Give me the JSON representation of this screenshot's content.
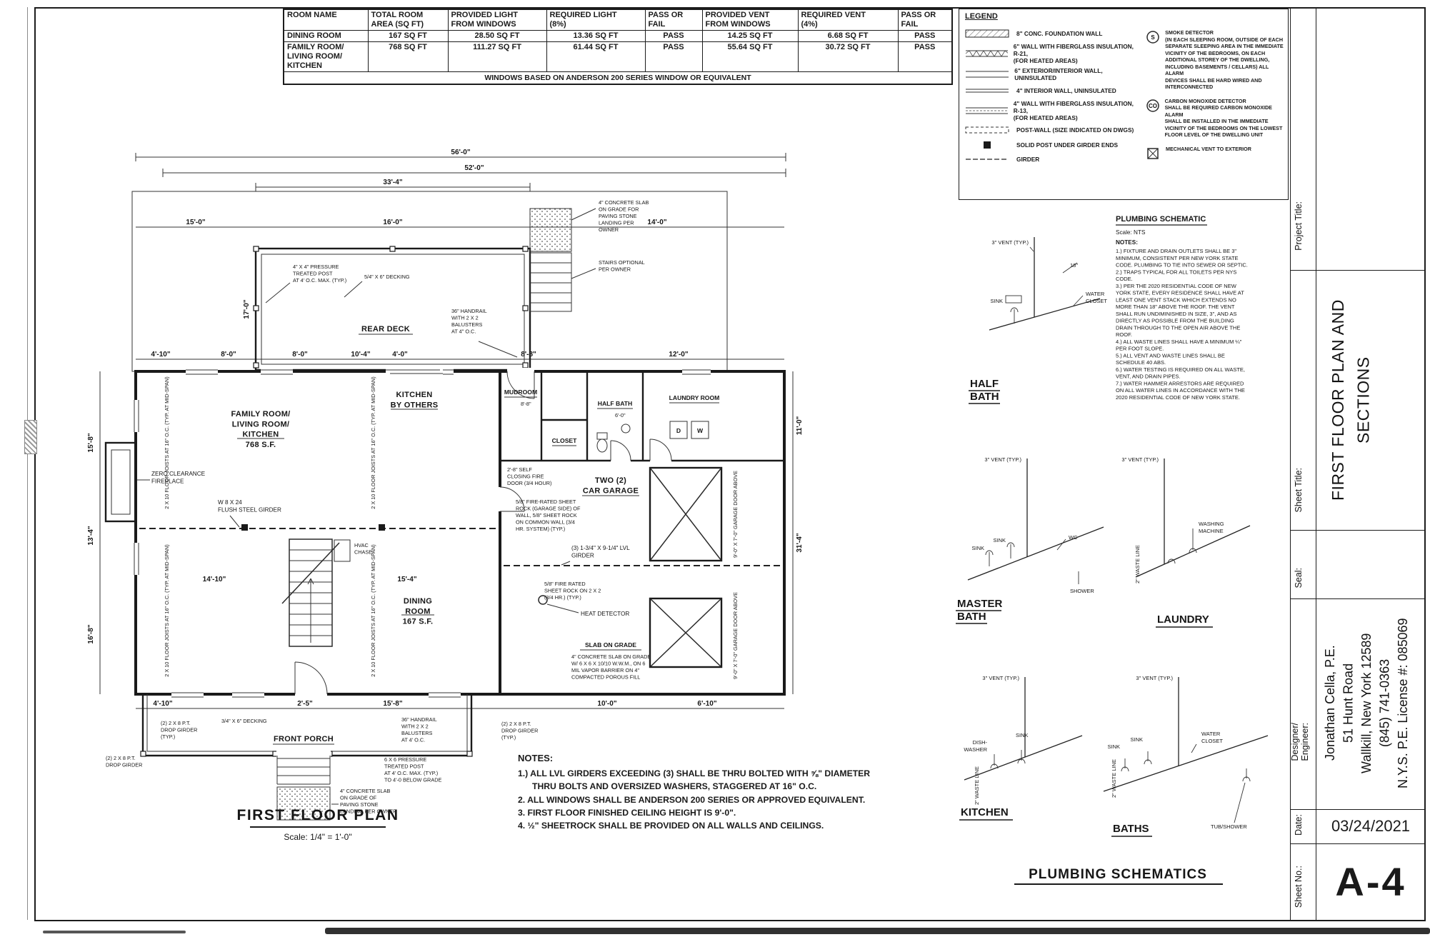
{
  "colors": {
    "ink": "#1c1c1c",
    "paper": "#ffffff"
  },
  "light_vent_table": {
    "headers": [
      [
        "ROOM NAME"
      ],
      [
        "TOTAL ROOM",
        "AREA (SQ FT)"
      ],
      [
        "PROVIDED LIGHT",
        "FROM WINDOWS"
      ],
      [
        "REQUIRED LIGHT",
        "(8%)"
      ],
      [
        "PASS OR",
        "FAIL"
      ],
      [
        "PROVIDED VENT",
        "FROM WINDOWS"
      ],
      [
        "REQUIRED VENT",
        "(4%)"
      ],
      [
        "PASS OR",
        "FAIL"
      ]
    ],
    "rows": [
      [
        "DINING ROOM",
        "167 SQ FT",
        "28.50 SQ FT",
        "13.36 SQ FT",
        "PASS",
        "14.25 SQ FT",
        "6.68 SQ FT",
        "PASS"
      ],
      [
        [
          "FAMILY ROOM/",
          "LIVING ROOM/",
          "KITCHEN"
        ],
        "768 SQ FT",
        "111.27 SQ FT",
        "61.44 SQ FT",
        "PASS",
        "55.64 SQ FT",
        "30.72 SQ FT",
        "PASS"
      ]
    ],
    "footnote": "WINDOWS BASED ON ANDERSON 200 SERIES WINDOW OR EQUIVALENT"
  },
  "legend": {
    "title": "LEGEND",
    "walls": [
      {
        "label": [
          "8\" CONC. FOUNDATION WALL"
        ]
      },
      {
        "label": [
          "6\" WALL WITH FIBERGLASS INSULATION, R-21,",
          "(FOR HEATED AREAS)"
        ]
      },
      {
        "label": [
          "6\" EXTERIOR/INTERIOR WALL, UNINSULATED"
        ]
      },
      {
        "label": [
          "4\" INTERIOR WALL, UNINSULATED"
        ]
      },
      {
        "label": [
          "4\" WALL WITH FIBERGLASS INSULATION, R-13,",
          "(FOR HEATED AREAS)"
        ]
      },
      {
        "label": [
          "POST-WALL (SIZE INDICATED ON DWGS)"
        ]
      },
      {
        "label": [
          "SOLID POST UNDER GIRDER ENDS"
        ]
      },
      {
        "label": [
          "GIRDER"
        ]
      }
    ],
    "devices": [
      {
        "symbol": "S",
        "label": [
          "SMOKE DETECTOR",
          "(IN EACH SLEEPING ROOM, OUTSIDE OF EACH",
          "SEPARATE SLEEPING AREA IN THE IMMEDIATE",
          "VICINITY OF THE BEDROOMS, ON EACH",
          "ADDITIONAL STOREY OF THE DWELLING,",
          "INCLUDING BASEMENTS / CELLARS) ALL ALARM",
          "DEVICES SHALL BE HARD WIRED AND",
          "INTERCONNECTED"
        ]
      },
      {
        "symbol": "CO",
        "label": [
          "CARBON MONOXIDE DETECTOR",
          "SHALL BE REQUIRED CARBON MONOXIDE ALARM",
          "SHALL BE INSTALLED IN THE IMMEDIATE",
          "VICINITY OF THE BEDROOMS ON THE LOWEST",
          "FLOOR LEVEL OF THE DWELLING UNIT"
        ]
      },
      {
        "symbol": "",
        "label": [
          "MECHANICAL VENT TO EXTERIOR"
        ]
      }
    ]
  },
  "plan": {
    "title": "FIRST FLOOR PLAN",
    "scale": "Scale: 1/4\" = 1'-0\"",
    "rooms": {
      "family": [
        "FAMILY ROOM/",
        "LIVING ROOM/",
        "KITCHEN",
        "768 S.F."
      ],
      "kitchen": [
        "KITCHEN",
        "BY OTHERS"
      ],
      "mudroom": "MUDROOM",
      "closet": "CLOSET",
      "half_bath": "HALF BATH",
      "laundry": "LAUNDRY ROOM",
      "garage": [
        "TWO (2)",
        "CAR GARAGE"
      ],
      "dining": [
        "DINING",
        "ROOM",
        "167 S.F."
      ],
      "rear_deck": "REAR DECK",
      "front_porch": "FRONT PORCH"
    },
    "fixtures": {
      "dryer": "D",
      "washer": "W"
    },
    "dims": {
      "w56": "56'-0\"",
      "w52": "52'-0\"",
      "w33_4": "33'-4\"",
      "w15": "15'-0\"",
      "w16": "16'-0\"",
      "w14": "14'-0\"",
      "h17": "17'-0\"",
      "a": "4'-10\"",
      "b": "8'-0\"",
      "c": "8'-0\"",
      "d": "10'-4\"",
      "e": "4'-0\"",
      "f": "8'-8\"",
      "g": "12'-0\"",
      "mud_w": "8'-8\"",
      "hb_w": "6'-0\"",
      "fam_w": "14'-10\"",
      "din_w": "15'-4\"",
      "right1": "11'-0\"",
      "right2": "31'-4\"",
      "left1": "15'-8\"",
      "left2": "13'-4\"",
      "left3": "16'-8\"",
      "bot1": "4'-10\"",
      "bot2": "15'-8\"",
      "bot3": "10'-0\"",
      "bot4": "6'-10\"",
      "porch_step": "2'-5\""
    },
    "ann": {
      "slab_landing_top": [
        "4\" CONCRETE SLAB",
        "ON GRADE FOR",
        "PAVING STONE",
        "LANDING PER",
        "OWNER"
      ],
      "stairs_optional": [
        "STAIRS OPTIONAL",
        "PER OWNER"
      ],
      "deck_post": [
        "4\" X 4\" PRESSURE",
        "TREATED POST",
        "AT 4' O.C. MAX. (TYP.)"
      ],
      "deck_decking": [
        "5/4\" X 6\" DECKING"
      ],
      "deck_rail": [
        "36\" HANDRAIL",
        "WITH 2 X 2",
        "BALUSTERS",
        "AT 4\" O.C."
      ],
      "joists": [
        "2 X 10 FLOOR JOISTS AT 16\" O.C. (TYP. AT MID-SPAN)"
      ],
      "fireplace": [
        "ZERO CLEARANCE",
        "FIREPLACE"
      ],
      "steel_girder": [
        "W 8 X 24",
        "FLUSH STEEL GIRDER"
      ],
      "hvac": [
        "HVAC",
        "CHASE"
      ],
      "fire_door": [
        "2'-8\" SELF",
        "CLOSING FIRE",
        "DOOR (3/4 HOUR)"
      ],
      "fire_rock": [
        "5/8\" FIRE-RATED SHEET",
        "ROCK (GARAGE SIDE) OF",
        "WALL, 5/8\" SHEET ROCK",
        "ON COMMON WALL (3/4",
        "HR. SYSTEM) (TYP.)"
      ],
      "lvl_girder": [
        "(3) 1-3/4\" X 9-1/4\" LVL",
        "GIRDER"
      ],
      "fire_rock2": [
        "5/8\" FIRE RATED",
        "SHEET ROCK ON 2 X 2",
        "(3/4 HR.) (TYP.)"
      ],
      "heat_detector": [
        "HEAT DETECTOR"
      ],
      "slab_title": "SLAB ON GRADE",
      "slab_note": [
        "4\" CONCRETE SLAB ON GRADE",
        "W/ 6 X 6 X 10/10 W.W.M., ON 6",
        "MIL VAPOR BARRIER ON 4\"",
        "COMPACTED POROUS FILL"
      ],
      "garage_door": "9'-0\" X 7'-0\" GARAGE DOOR ABOVE",
      "drop_girder": [
        "(2) 2 X 8 P.T.",
        "DROP GIRDER",
        "(TYP.)"
      ],
      "porch_decking": [
        "3/4\" X 6\" DECKING"
      ],
      "porch_rail": [
        "36\" HANDRAIL",
        "WITH 2 X 2",
        "BALUSTERS",
        "AT 4' O.C."
      ],
      "drop_girder2": [
        "(2) 2 X 8 P.T.",
        "DROP GIRDER"
      ],
      "porch_post": [
        "6 X 6 PRESSURE",
        "TREATED POST",
        "AT 4' O.C. MAX. (TYP.)",
        "TO 4'-0 BELOW GRADE"
      ],
      "porch_slab": [
        "4\" CONCRETE SLAB",
        "ON GRADE OF",
        "PAVING STONE",
        "LANDING PER OWNER"
      ]
    }
  },
  "notes": {
    "title": "NOTES:",
    "items": [
      "1.) ALL LVL GIRDERS EXCEEDING (3) SHALL BE THRU BOLTED WITH ⅝\" DIAMETER",
      "THRU BOLTS AND OVERSIZED WASHERS, STAGGERED AT 16\" O.C.",
      "2.  ALL WINDOWS SHALL BE ANDERSON 200 SERIES OR APPROVED EQUIVALENT.",
      "3.  FIRST FLOOR FINISHED CEILING HEIGHT IS 9'-0\".",
      "4.  ½\" SHEETROCK SHALL BE PROVIDED ON ALL WALLS AND CEILINGS."
    ]
  },
  "plumbing": {
    "title": "PLUMBING SCHEMATIC",
    "scale": "Scale: NTS",
    "notes_title": "NOTES:",
    "notes": [
      "1.) FIXTURE AND DRAIN OUTLETS SHALL BE 3\"",
      "MINIMUM, CONSISTENT PER NEW YORK STATE",
      "CODE. PLUMBING TO TIE INTO SEWER OR SEPTIC.",
      "2.) TRAPS TYPICAL FOR ALL TOILETS PER NYS",
      "CODE.",
      "3.) PER THE 2020 RESIDENTIAL CODE OF NEW",
      "YORK STATE, EVERY RESIDENCE SHALL HAVE AT",
      "LEAST ONE VENT STACK WHICH EXTENDS NO",
      "MORE THAN 18\" ABOVE THE ROOF. THE VENT",
      "SHALL RUN UNDIMINISHED IN SIZE, 3\", AND AS",
      "DIRECTLY AS POSSIBLE FROM THE BUILDING",
      "DRAIN THROUGH TO THE OPEN AIR ABOVE THE",
      "ROOF.",
      "4.) ALL WASTE LINES SHALL HAVE A MINIMUM ¼\"",
      "PER FOOT SLOPE.",
      "5.) ALL VENT AND WASTE LINES SHALL BE",
      "SCHEDULE 40 ABS.",
      "6.) WATER TESTING IS REQUIRED ON ALL WASTE,",
      "VENT, AND DRAIN PIPES.",
      "7.) WATER HAMMER ARRESTORS ARE REQUIRED",
      "ON ALL WATER LINES IN ACCORDANCE WITH THE",
      "2020 RESIDENTIAL CODE OF NEW YORK STATE."
    ],
    "vent": "3\" VENT (TYP.)",
    "fx": {
      "sink": "SINK",
      "water_closet": [
        "WATER",
        "CLOSET"
      ],
      "wc": "WC",
      "shower": "SHOWER",
      "washing": [
        "WASHING",
        "MACHINE"
      ],
      "dish": [
        "DISH-",
        "WASHER"
      ],
      "tub": "TUB/SHOWER",
      "waste": "2\" WASTE LINE",
      "v18": "18\""
    },
    "titles": {
      "half": [
        "HALF",
        "BATH"
      ],
      "master": [
        "MASTER",
        "BATH"
      ],
      "laundry": "LAUNDRY",
      "kitchen": "KITCHEN",
      "baths": "BATHS"
    },
    "footer": "PLUMBING SCHEMATICS"
  },
  "titleblock": {
    "labels": {
      "project": "Project Title:",
      "sheet": "Sheet Title:",
      "seal": "Seal:",
      "designer": [
        "Designer/",
        "Engineer:"
      ],
      "date": "Date:",
      "sheet_no": "Sheet No.:"
    },
    "sheet_title": [
      "FIRST FLOOR PLAN AND",
      "SECTIONS"
    ],
    "designer": [
      "Jonathan Cella, P.E.",
      "51 Hunt Road",
      "Wallkill, New York 12589",
      "(845) 741-0363",
      "N.Y.S. P.E. License #: 085069"
    ],
    "date": "03/24/2021",
    "sheet_no": "A-4"
  }
}
